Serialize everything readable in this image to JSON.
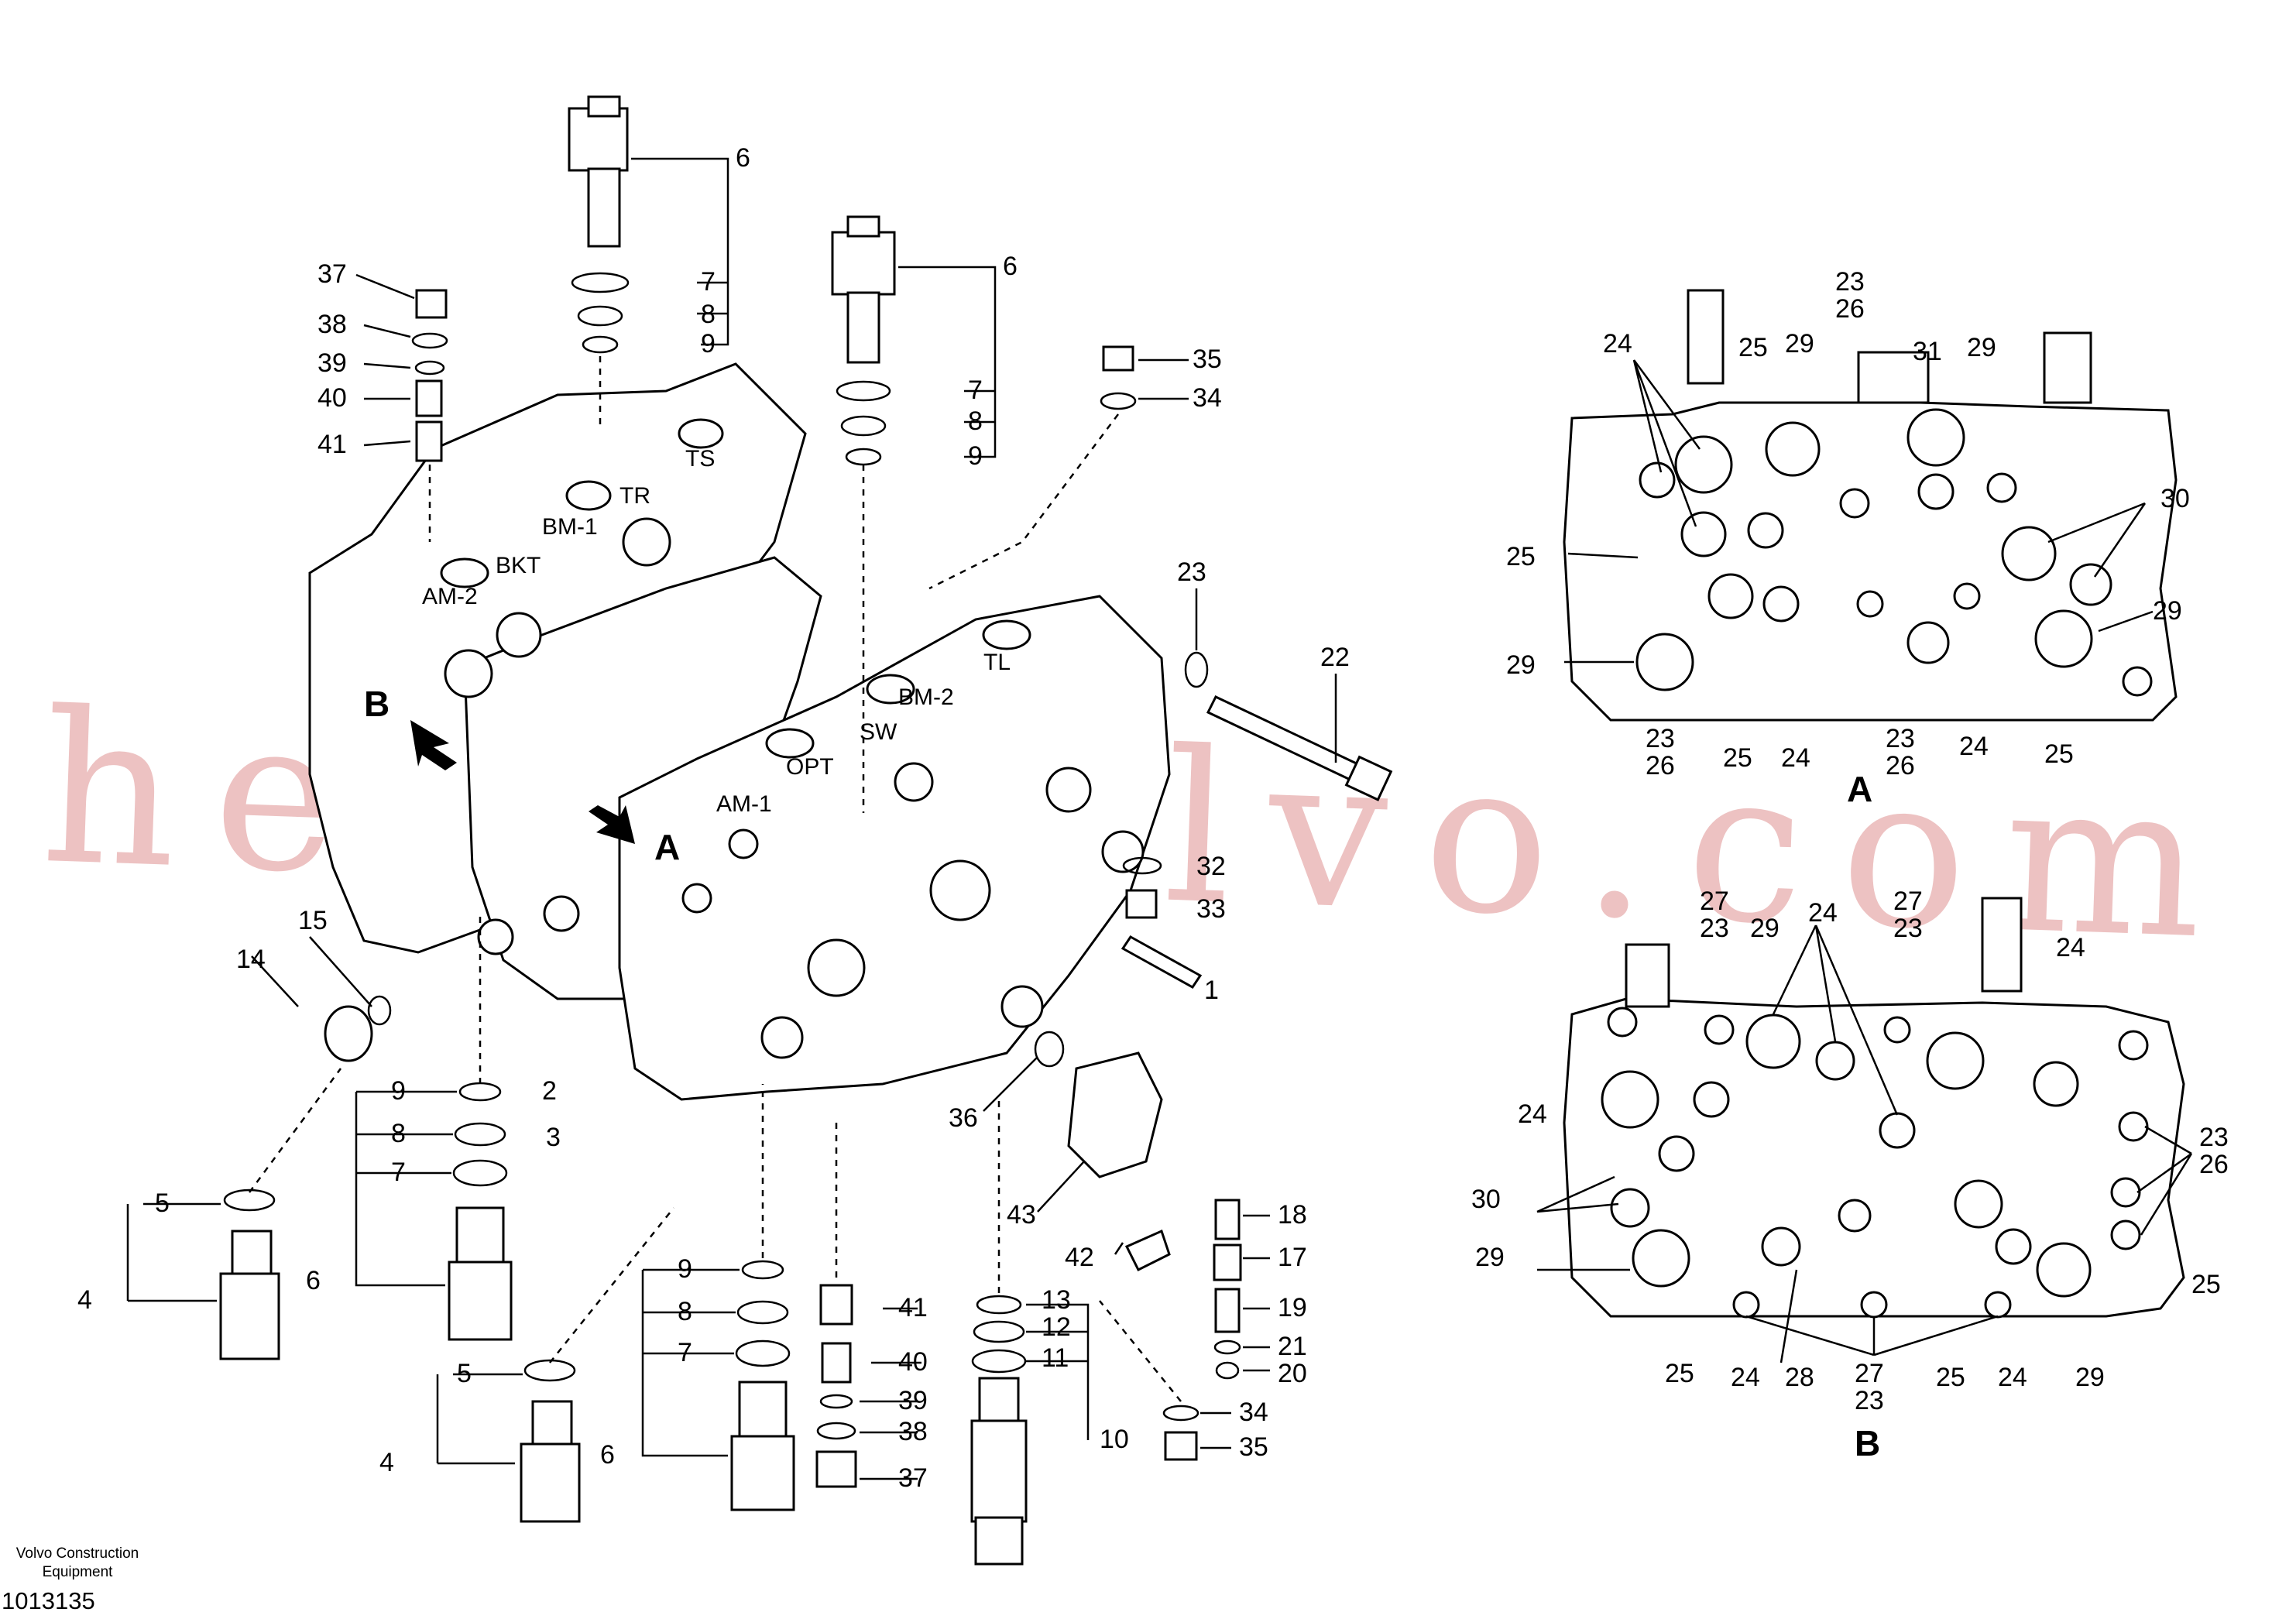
{
  "watermark": "heavyvolvo.com",
  "footer": {
    "company_line1": "Volvo Construction",
    "company_line2": "Equipment",
    "drawing_number": "1013135"
  },
  "zone_labels": [
    "TS",
    "TR",
    "BM-1",
    "BKT",
    "AM-2",
    "TL",
    "BM-2",
    "SW",
    "OPT",
    "AM-1"
  ],
  "view_labels": {
    "a": "A",
    "b": "B",
    "arrow_a": "A",
    "arrow_b": "B"
  },
  "callouts_main": [
    "6",
    "7",
    "8",
    "9",
    "6",
    "7",
    "8",
    "9",
    "35",
    "34",
    "37",
    "38",
    "39",
    "40",
    "41",
    "23",
    "22",
    "32",
    "33",
    "1",
    "14",
    "15",
    "2",
    "3",
    "36",
    "43",
    "42",
    "18",
    "17",
    "19",
    "21",
    "20",
    "9",
    "8",
    "7",
    "5",
    "4",
    "6",
    "5",
    "4",
    "9",
    "8",
    "7",
    "6",
    "41",
    "40",
    "39",
    "38",
    "37",
    "13",
    "12",
    "11",
    "10",
    "34",
    "35"
  ],
  "callouts_view_a": [
    "23",
    "26",
    "24",
    "25",
    "29",
    "31",
    "29",
    "30",
    "25",
    "29",
    "29",
    "23",
    "26",
    "25",
    "24",
    "23",
    "26",
    "24",
    "25"
  ],
  "callouts_view_b": [
    "27",
    "23",
    "24",
    "27",
    "23",
    "29",
    "24",
    "24",
    "23",
    "26",
    "30",
    "29",
    "25",
    "25",
    "24",
    "28",
    "27",
    "23",
    "25",
    "24",
    "29"
  ]
}
